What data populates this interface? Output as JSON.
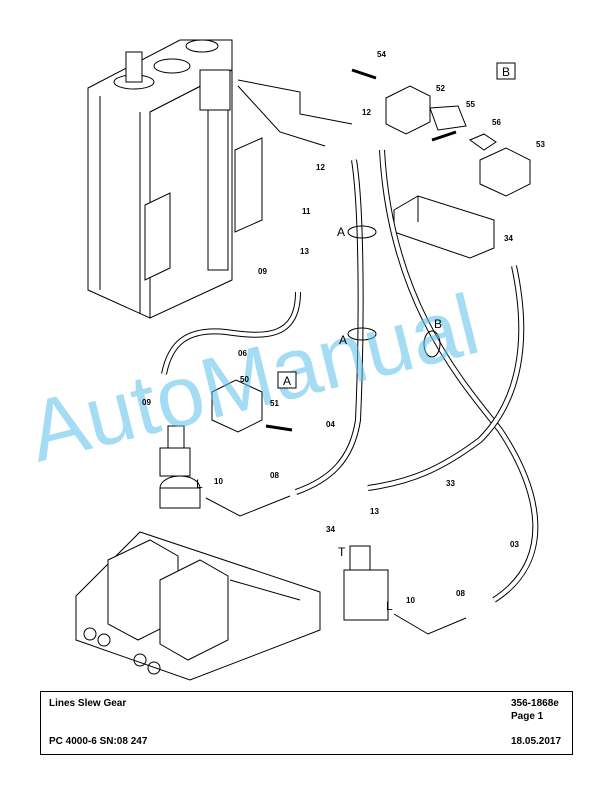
{
  "drawing": {
    "watermark": "AutoManual",
    "view_tags": [
      "A",
      "B"
    ],
    "ring_labels": [
      "A",
      "A",
      "B"
    ],
    "port_labels": [
      "L",
      "T",
      "L"
    ],
    "callouts": [
      "54",
      "52",
      "55",
      "56",
      "53",
      "12",
      "12",
      "11",
      "13",
      "09",
      "06",
      "50",
      "51",
      "09",
      "04",
      "10",
      "08",
      "13",
      "33",
      "34",
      "03",
      "10",
      "08",
      "34"
    ]
  },
  "title_block": {
    "title": "Lines Slew Gear",
    "drawing_no": "356-1868e",
    "page": "Page 1",
    "machine": "PC 4000-6 SN:08 247",
    "date": "18.05.2017"
  }
}
